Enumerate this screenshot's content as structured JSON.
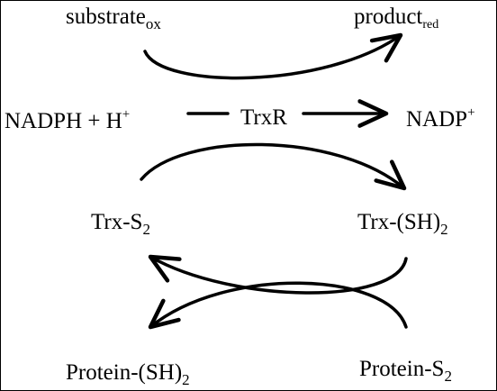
{
  "diagram": {
    "top": {
      "substrate": {
        "base": "substrate",
        "sub": "ox"
      },
      "product": {
        "base": "product",
        "sub": "red"
      }
    },
    "middle": {
      "nadph": {
        "base": "NADPH + H",
        "sup": "+"
      },
      "enzyme": "TrxR",
      "nadp": {
        "base": "NADP",
        "sup": "+"
      }
    },
    "trx": {
      "oxidized": {
        "base": "Trx-S",
        "sub": "2"
      },
      "reduced": {
        "base": "Trx-(SH)",
        "sub": "2"
      }
    },
    "protein": {
      "reduced": {
        "base": "Protein-(SH)",
        "sub": "2"
      },
      "oxidized": {
        "base": "Protein-S",
        "sub": "2"
      }
    }
  },
  "colors": {
    "stroke": "#000000",
    "background": "#ffffff"
  }
}
